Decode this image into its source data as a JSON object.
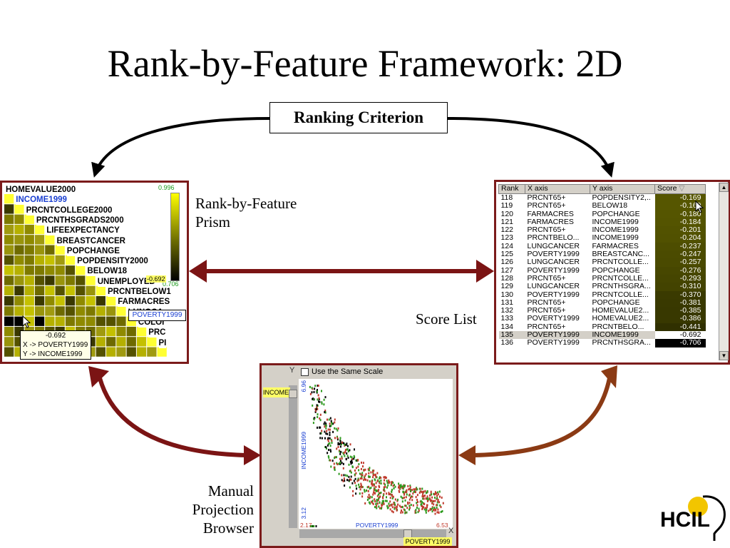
{
  "title": "Rank-by-Feature Framework: 2D",
  "criterion": "Ranking Criterion",
  "captions": {
    "prism": [
      "Rank-by-Feature",
      "Prism"
    ],
    "score": "Score List",
    "browser": [
      "Manual",
      "Projection",
      "Browser"
    ]
  },
  "prism": {
    "labels": [
      "HOMEVALUE2000",
      "INCOME1999",
      "PRCNTCOLLEGE2000",
      "PRCNTHSGRADS2000",
      "LIFEEXPECTANCY",
      "BREASTCANCER",
      "POPCHANGE",
      "POPDENSITY2000",
      "BELOW18",
      "UNEMPLOYED",
      "PRCNTBELOW1",
      "FARMACRES",
      "LUNGCA",
      "COLOI",
      "PRC",
      "PI"
    ],
    "scale_max": "0.996",
    "scale_min": "0.706",
    "scale_value": "-0.692",
    "tooltip": {
      "value": "-0.692",
      "x": "X -> POVERTY1999",
      "y": "Y -> INCOME1999"
    },
    "selected_tag": "POVERTY1999"
  },
  "score_list": {
    "columns": [
      "Rank",
      "X axis",
      "Y axis",
      "Score"
    ],
    "rows": [
      [
        "118",
        "PRCNT65+",
        "POPDENSITY2,..",
        "-0.169"
      ],
      [
        "119",
        "PRCNT65+",
        "BELOW18",
        "-0.169"
      ],
      [
        "120",
        "FARMACRES",
        "POPCHANGE",
        "-0.180"
      ],
      [
        "121",
        "FARMACRES",
        "INCOME1999",
        "-0.184"
      ],
      [
        "122",
        "PRCNT65+",
        "INCOME1999",
        "-0.201"
      ],
      [
        "123",
        "PRCNTBELO...",
        "INCOME1999",
        "-0.204"
      ],
      [
        "124",
        "LUNGCANCER",
        "FARMACRES",
        "-0.237"
      ],
      [
        "125",
        "POVERTY1999",
        "BREASTCANC...",
        "-0.247"
      ],
      [
        "126",
        "LUNGCANCER",
        "PRCNTCOLLE...",
        "-0.257"
      ],
      [
        "127",
        "POVERTY1999",
        "POPCHANGE",
        "-0.276"
      ],
      [
        "128",
        "PRCNT65+",
        "PRCNTCOLLE...",
        "-0.293"
      ],
      [
        "129",
        "LUNGCANCER",
        "PRCNTHSGRA...",
        "-0.310"
      ],
      [
        "130",
        "POVERTY1999",
        "PRCNTCOLLE...",
        "-0.370"
      ],
      [
        "131",
        "PRCNT65+",
        "POPCHANGE",
        "-0.381"
      ],
      [
        "132",
        "PRCNT65+",
        "HOMEVALUE2...",
        "-0.385"
      ],
      [
        "133",
        "POVERTY1999",
        "HOMEVALUE2...",
        "-0.386"
      ],
      [
        "134",
        "PRCNT65+",
        "PRCNTBELO...",
        "-0.441"
      ],
      [
        "135",
        "POVERTY1999",
        "INCOME1999",
        "-0.692"
      ],
      [
        "136",
        "POVERTY1999",
        "PRCNTHSGRA...",
        "-0.706"
      ]
    ]
  },
  "scatter": {
    "same_scale": "Use the Same Scale",
    "y_letter": "Y",
    "x_letter": "X",
    "y_axis_label": "INCOME1999",
    "x_axis_label": "POVERTY1999",
    "y_tag": "INCOME1999",
    "x_tag": "POVERTY1999",
    "y_max": "6.96",
    "y_min": "3.12",
    "x_min": "2.17",
    "x_max": "6.53"
  },
  "logo_text": "HCIL",
  "colors": {
    "frame": "#7b1b1b",
    "arrow_dark": "#7b1414",
    "arrow_orange": "#8b3a14",
    "highlight": "#ffff66"
  }
}
